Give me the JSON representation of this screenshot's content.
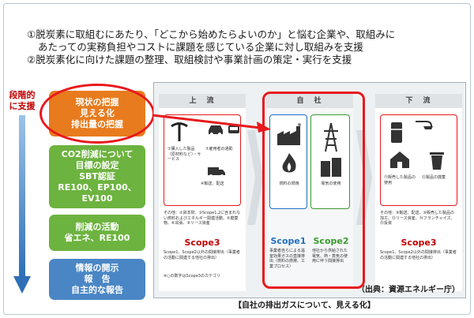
{
  "intro": {
    "line1": "①脱炭素に取組むにあたり、「どこから始めたらよいのか」と悩む企業や、取組みに",
    "line2": "あたっての実務負担やコストに課題を感じている企業に対し取組みを支援",
    "line3": "②脱炭素化に向けた課題の整理、取組検討や事業計画の策定・実行を支援"
  },
  "stage": {
    "label_l1": "段階的",
    "label_l2": "に支援"
  },
  "steps": [
    {
      "lines": [
        "現状の把握",
        "見える化",
        "排出量の把握"
      ]
    },
    {
      "lines": [
        "CO2削減について",
        "目標の設定",
        "SBT認証",
        "RE100、EP100、",
        "EV100"
      ]
    },
    {
      "lines": [
        "削減の活動",
        "省エネ、RE100"
      ]
    },
    {
      "lines": [
        "情報の開示",
        "報　告",
        "自主的な報告"
      ]
    }
  ],
  "diagram": {
    "upstream": {
      "head": "上　流",
      "items": [
        "①購入した製品（原材料など）・サービス",
        "⑦雇用者の通勤",
        "④輸送、配送"
      ],
      "other": "その他：②資本財、③Scope1,2に含まれない燃料およびエネルギー関連活動、⑤廃棄物、⑥出張、⑧リース資産",
      "scope": "Scope3",
      "scope_note": "Scope1、Scope2以外の間接排出（事業者の活動に関連する他社の排出）",
      "footnote": "※○の数字はScope3のカテゴリ"
    },
    "company": {
      "head": "自　社",
      "s1_label": "燃料の燃焼",
      "s1_scope": "Scope1",
      "s1_note": "事業者自らによる温室効果ガスの直接排出（燃料の燃焼、工業プロセス）",
      "s2_label": "電気の使用",
      "s2_scope": "Scope2",
      "s2_note": "他社から供給された電気、熱・蒸気の使用に伴う間接排出"
    },
    "downstream": {
      "head": "下　流",
      "items": [
        "⑪販売した製品の使用",
        "⑫製品の廃棄"
      ],
      "other": "その他：⑨輸送、配送、⑩販売した製品の加工、⑬リース資産、⑭フランチャイズ、⑮投資",
      "scope": "Scope3",
      "scope_note": "Scope1、Scope2以外の間接排出（事業者の活動に関連する他社の排出）"
    },
    "source": "（出典：資源エネルギー庁）",
    "caption": "【自社の排出ガスについて、見える化】"
  },
  "colors": {
    "orange": "#e87b1e",
    "green": "#6db33f",
    "blue": "#4a86c5",
    "red": "#e8191c",
    "scope_red": "#c00000",
    "scope_blue": "#1f6fbf",
    "scope_green": "#3a9a2f"
  }
}
